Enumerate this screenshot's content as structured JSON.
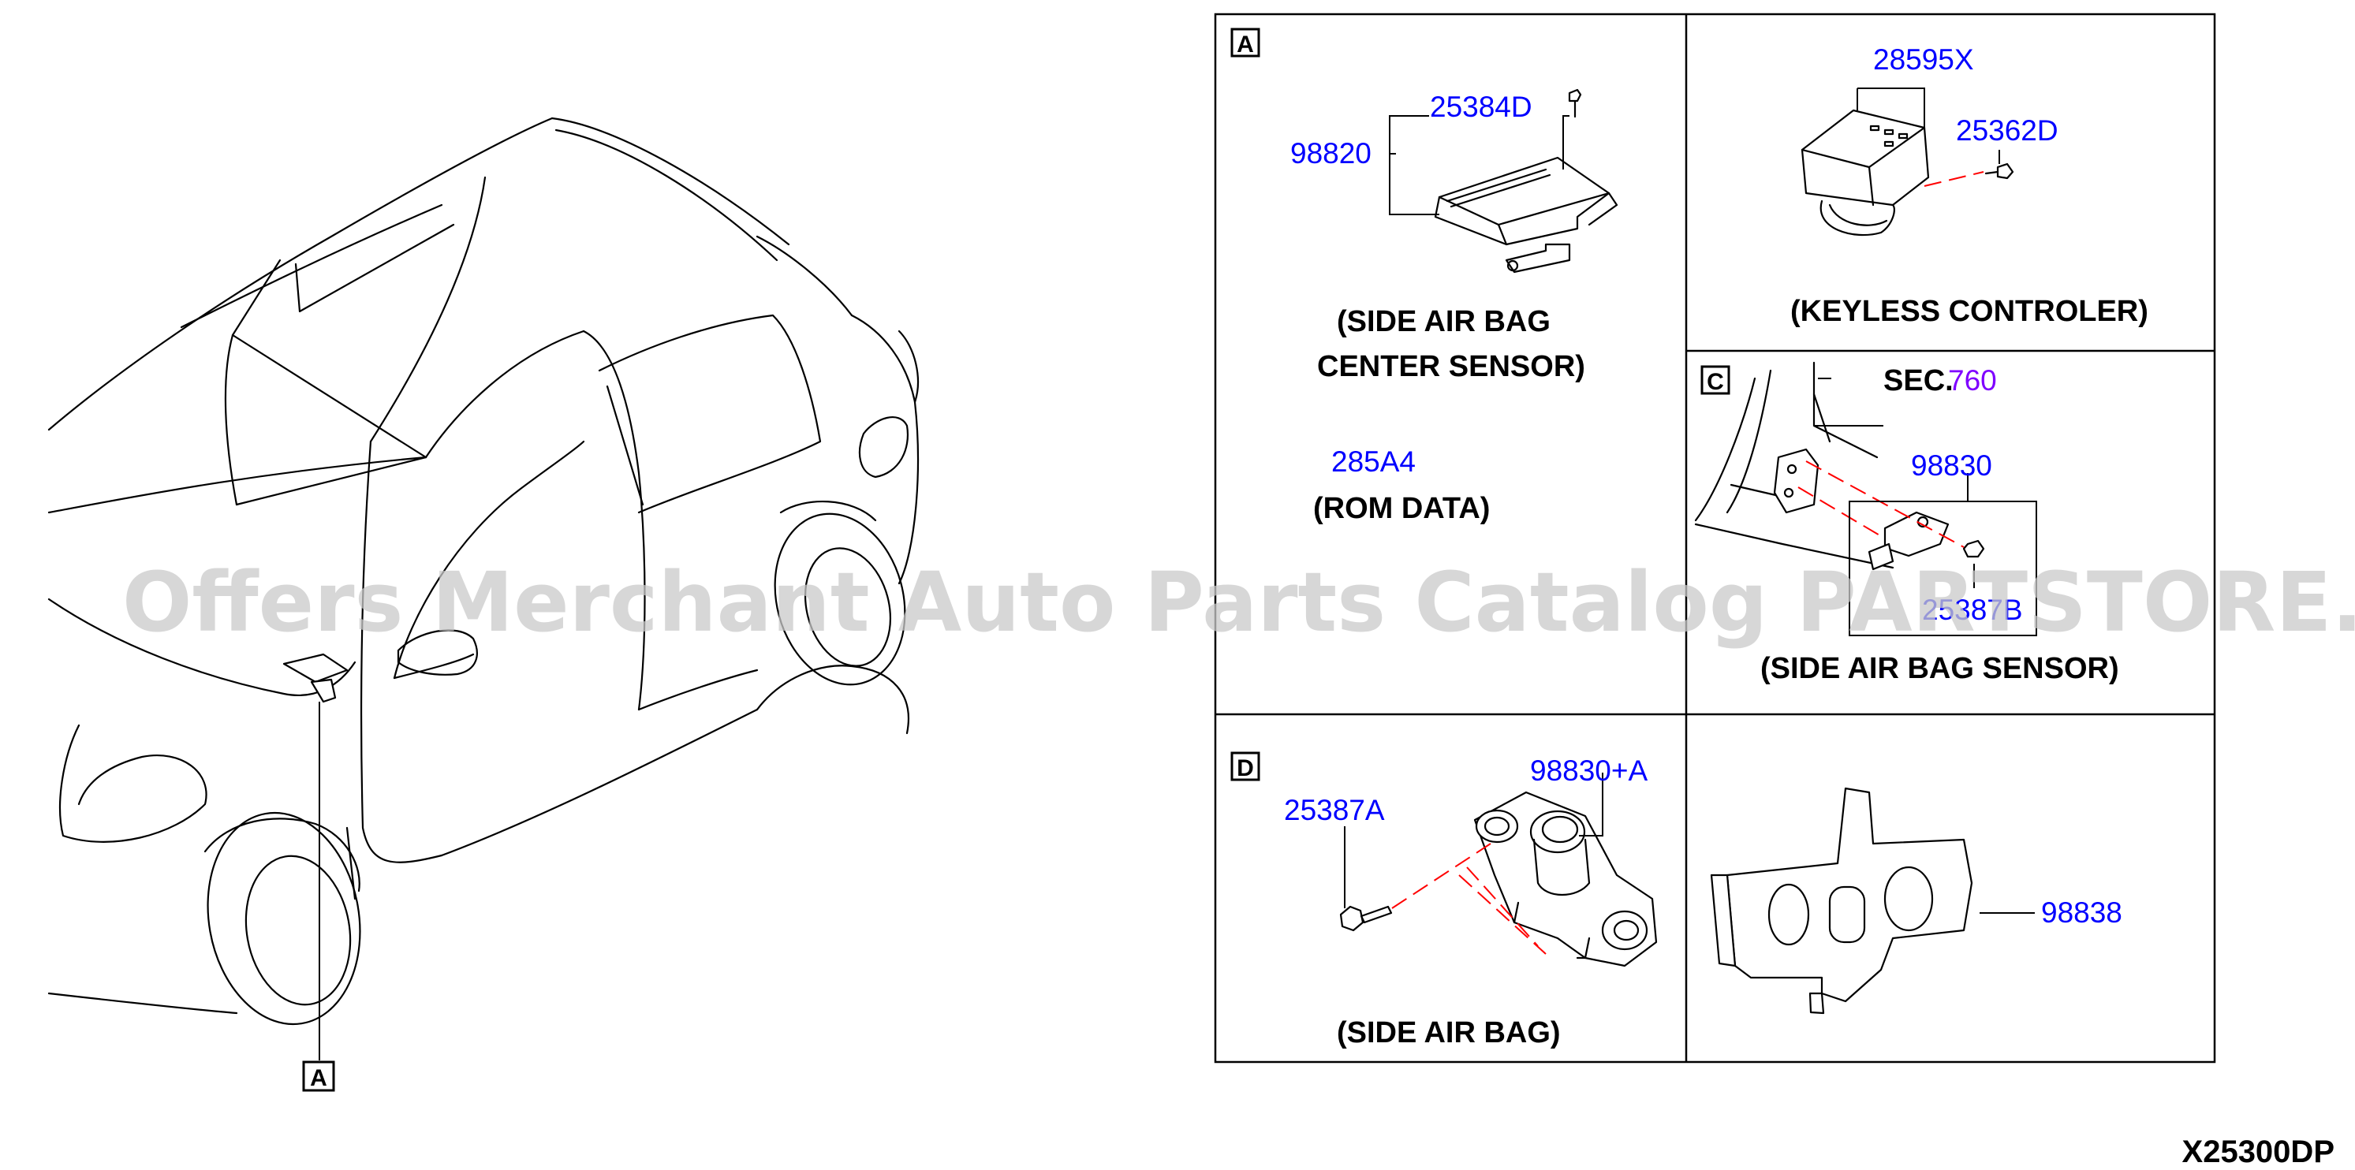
{
  "boxes": {
    "a": {
      "label": "A",
      "parts": {
        "sensor": "98820",
        "screw": "25384D",
        "rom": "285A4"
      },
      "caption_line1": "(SIDE AIR BAG",
      "caption_line2": "CENTER SENSOR)",
      "rom_caption": "(ROM DATA)"
    },
    "keyless": {
      "parts": {
        "controller": "28595X",
        "screw": "25362D"
      },
      "caption": "(KEYLESS CONTROLER)"
    },
    "c": {
      "label": "C",
      "sec_text": "SEC.",
      "sec_number": "760",
      "parts": {
        "sensor": "98830",
        "nut": "25387B"
      },
      "caption": "(SIDE AIR BAG SENSOR)"
    },
    "d": {
      "label": "D",
      "parts": {
        "bolt": "25387A",
        "sensor": "98830+A"
      },
      "caption": "(SIDE AIR BAG)"
    },
    "bracket": {
      "parts": {
        "bracket": "98838"
      }
    }
  },
  "car_callout": "A",
  "watermark": "Offers Merchant Auto Parts Catalog PARTSTORE.SA",
  "diagram_code": "X25300DP"
}
